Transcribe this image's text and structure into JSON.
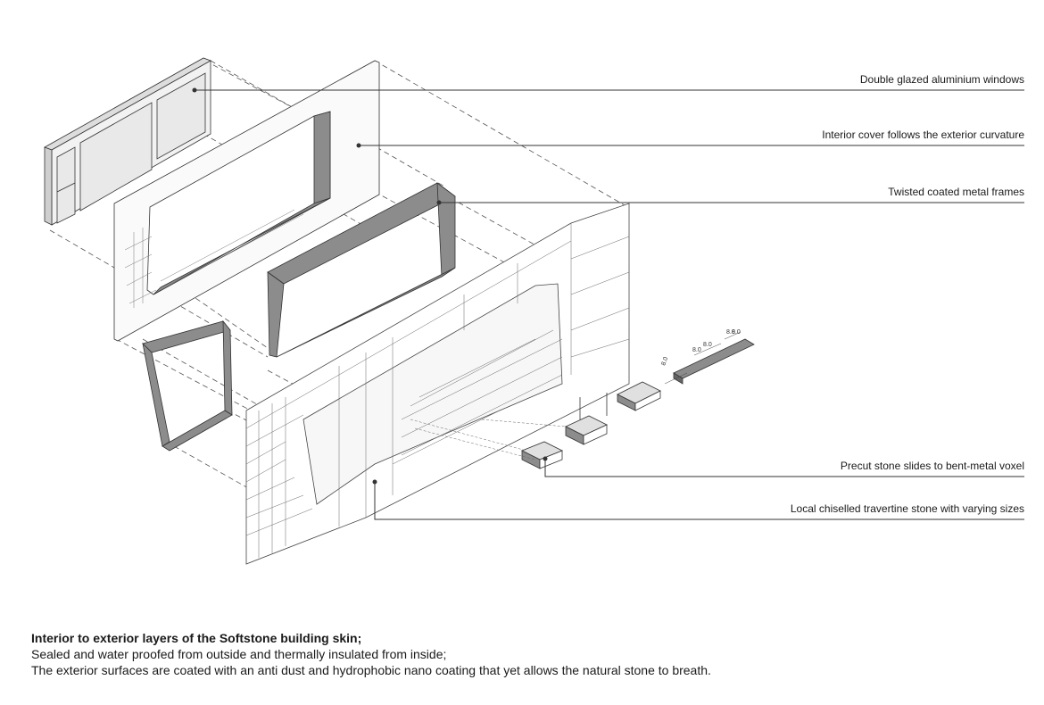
{
  "callouts": [
    {
      "label": "Double glazed aluminium windows"
    },
    {
      "label": "Interior cover follows the exterior curvature"
    },
    {
      "label": "Twisted coated metal frames"
    },
    {
      "label": "Precut stone slides to bent-metal voxel"
    },
    {
      "label": "Local chiselled travertine stone with varying sizes"
    }
  ],
  "dimensions": [
    "8.0",
    "8.0",
    "8.0",
    "8.0",
    "8.0"
  ],
  "caption": {
    "title": "Interior to exterior layers of the Softstone building skin;",
    "line1": "Sealed and water proofed from outside and thermally insulated from inside;",
    "line2": "The exterior surfaces are coated with an anti dust and hydrophobic nano coating that yet allows the natural stone to breath."
  },
  "colors": {
    "frame_grey": "#8c8c8c",
    "line": "#555555",
    "glass": "#efefef"
  }
}
